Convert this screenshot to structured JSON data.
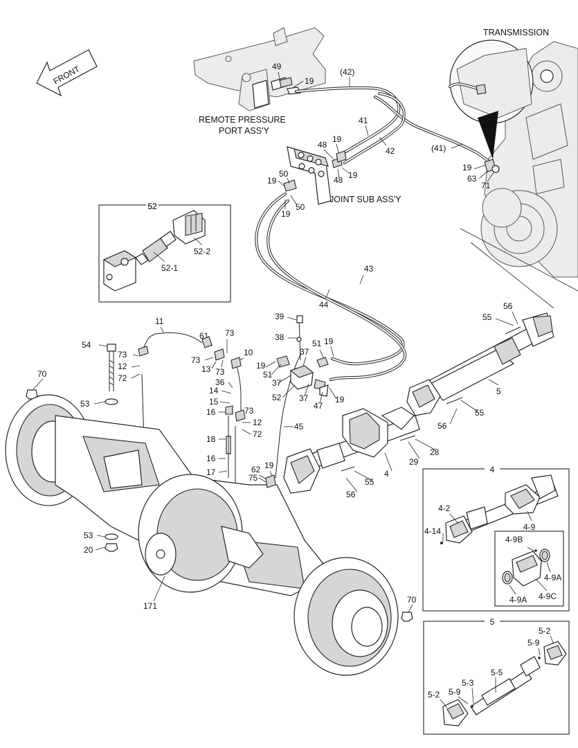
{
  "direction_arrow": {
    "label": "FRONT"
  },
  "captions": {
    "transmission": "TRANSMISSION",
    "remote_line1": "REMOTE PRESSURE",
    "remote_line2": "PORT ASS'Y",
    "joint": "JOINT SUB ASS'Y"
  },
  "insets": {
    "inset_52": {
      "title": "52",
      "labels": [
        "52-1",
        "52-2"
      ]
    },
    "inset_4": {
      "title": "4",
      "labels": [
        "4-2",
        "4-14",
        "4-9",
        "4-9B",
        "4-9A",
        "4-9A",
        "4-9C"
      ]
    },
    "inset_5": {
      "title": "5",
      "labels": [
        "5-2",
        "5-9",
        "5-3",
        "5-5",
        "5-9",
        "5-2"
      ]
    }
  },
  "callouts": [
    "49",
    "19",
    "(42)",
    "41",
    "42",
    "(41)",
    "19",
    "63",
    "71",
    "48",
    "19",
    "19",
    "48",
    "19",
    "50",
    "50",
    "19",
    "43",
    "44",
    "39",
    "38",
    "51",
    "19",
    "37",
    "19",
    "51",
    "37",
    "52",
    "37",
    "47",
    "19",
    "45",
    "11",
    "61",
    "73",
    "73",
    "13",
    "73",
    "10",
    "54",
    "73",
    "12",
    "72",
    "36",
    "14",
    "15",
    "16",
    "73",
    "12",
    "72",
    "18",
    "16",
    "17",
    "70",
    "53",
    "62",
    "19",
    "75",
    "56",
    "55",
    "5",
    "56",
    "55",
    "4",
    "29",
    "28",
    "55",
    "56",
    "53",
    "20",
    "171",
    "70"
  ],
  "icons": [
    "front-arrow-icon",
    "hose-icon"
  ]
}
